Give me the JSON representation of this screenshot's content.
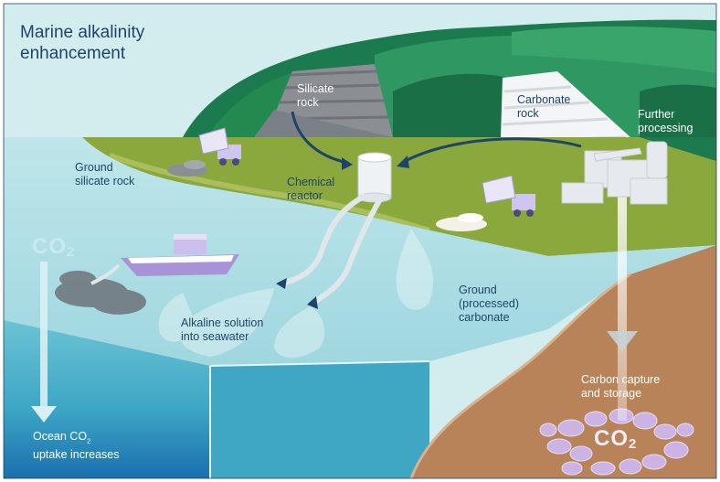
{
  "title": "Marine alkalinity\nenhancement",
  "labels": {
    "silicate_rock": "Silicate\nrock",
    "carbonate_rock": "Carbonate\nrock",
    "further_processing": "Further\nprocessing",
    "ground_silicate_rock": "Ground\nsilicate rock",
    "chemical_reactor": "Chemical\nreactor",
    "ground_processed_carbonate": "Ground\n(processed)\ncarbonate",
    "alkaline_solution": "Alkaline solution\ninto seawater",
    "carbon_capture_storage": "Carbon capture\nand storage",
    "ocean_uptake_prefix": "Ocean CO",
    "ocean_uptake_sub": "2",
    "ocean_uptake_suffix": "uptake increases"
  },
  "co2_ocean": {
    "base": "CO",
    "sub": "2"
  },
  "co2_storage": {
    "base": "CO",
    "sub": "2"
  },
  "colors": {
    "sky": "#d3ecee",
    "forest_dark": "#1c7a4f",
    "forest_mid": "#2e9762",
    "grass": "#8aa83c",
    "rock_grey": "#8b8f94",
    "ocean_surface": "#a7dde2",
    "ocean_deep": "#1e86b0",
    "seabed": "#b9835a",
    "boat": "#a892d8",
    "text_dark": "#1f4469"
  }
}
